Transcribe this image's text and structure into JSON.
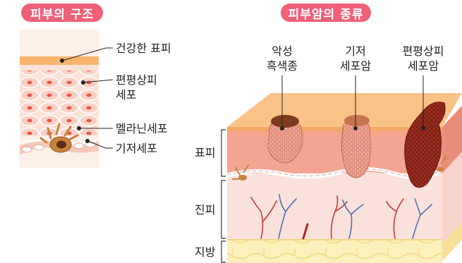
{
  "left_panel": {
    "title": "피부의 구조",
    "labels": {
      "stratum_corneum": "건강한 표피",
      "squamous_cell_line1": "편평상피",
      "squamous_cell_line2": "세포",
      "melanocyte": "멜라닌세포",
      "basal_cell": "기저세포"
    }
  },
  "right_panel": {
    "title": "피부암의 종류",
    "cancer_types": [
      {
        "line1": "악성",
        "line2": "흑색종"
      },
      {
        "line1": "기저",
        "line2": "세포암"
      },
      {
        "line1": "편평상피",
        "line2": "세포암"
      }
    ],
    "layers": {
      "epidermis": "표피",
      "dermis": "진피",
      "subcutaneous": "지방"
    }
  },
  "colors": {
    "accent": "#ef6079",
    "skin_top": "#f7b56e",
    "epidermis": "#f5aa96",
    "dermis": "#fbe1dc",
    "fat": "#fcf0bc"
  }
}
